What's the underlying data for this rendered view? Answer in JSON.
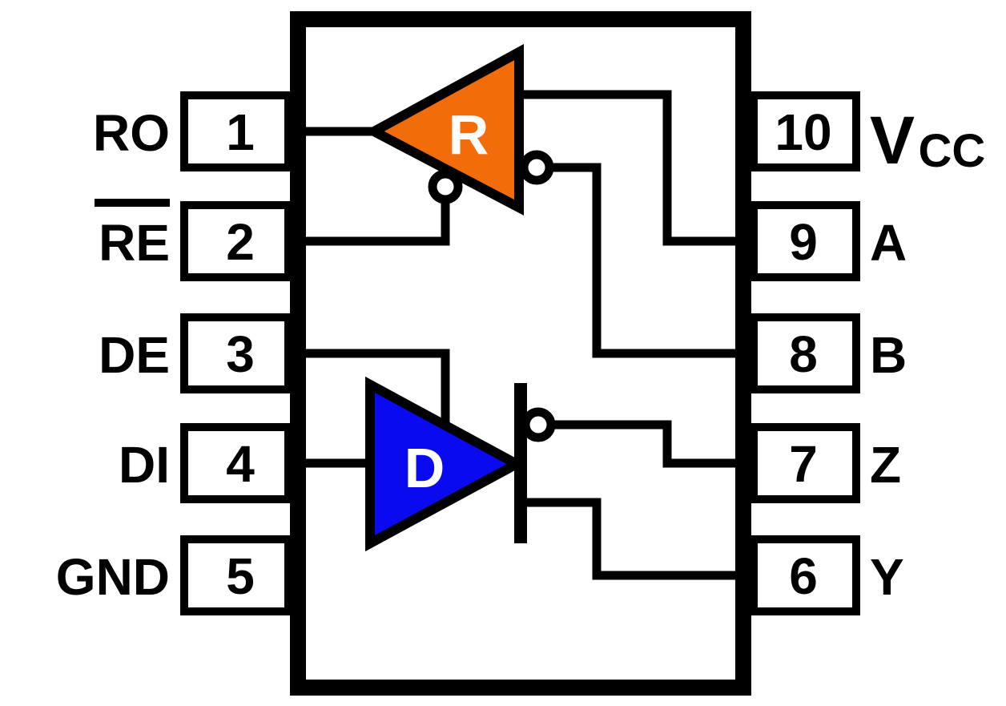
{
  "diagram": {
    "type": "ic-pinout",
    "colors": {
      "line": "#000000",
      "background": "#ffffff",
      "receiver_fill": "#F26D0A",
      "driver_fill": "#0A0AF0",
      "gate_letter": "#ffffff"
    },
    "left_pins": [
      {
        "number": "1",
        "label": "RO",
        "overline": false
      },
      {
        "number": "2",
        "label": "RE",
        "overline": true
      },
      {
        "number": "3",
        "label": "DE",
        "overline": false
      },
      {
        "number": "4",
        "label": "DI",
        "overline": false
      },
      {
        "number": "5",
        "label": "GND",
        "overline": false
      }
    ],
    "right_pins": [
      {
        "number": "10",
        "label": "V",
        "label_sub": "CC"
      },
      {
        "number": "9",
        "label": "A"
      },
      {
        "number": "8",
        "label": "B"
      },
      {
        "number": "7",
        "label": "Z"
      },
      {
        "number": "6",
        "label": "Y"
      }
    ],
    "receiver": {
      "letter": "R"
    },
    "driver": {
      "letter": "D"
    }
  }
}
